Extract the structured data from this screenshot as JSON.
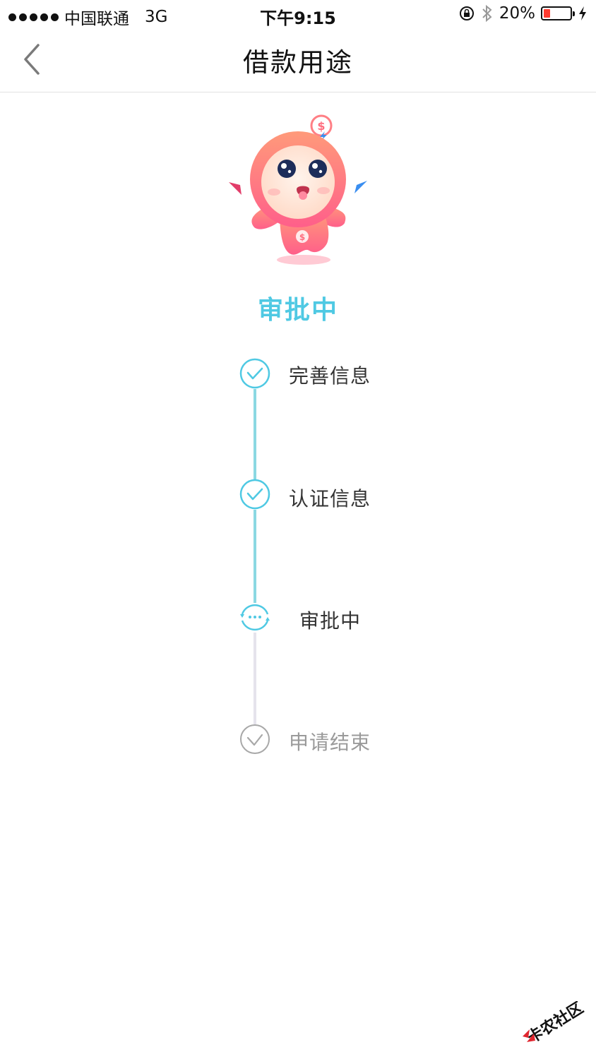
{
  "status_bar": {
    "carrier": "中国联通",
    "network": "3G",
    "time": "下午9:15",
    "battery": "20%"
  },
  "nav": {
    "title": "借款用途"
  },
  "status_heading": "审批中",
  "steps": [
    {
      "label": "完善信息",
      "state": "done"
    },
    {
      "label": "认证信息",
      "state": "done"
    },
    {
      "label": "审批中",
      "state": "current"
    },
    {
      "label": "申请结束",
      "state": "pending"
    }
  ],
  "colors": {
    "accent": "#4fc9e3",
    "line_done": "#8bd8e2",
    "line_todo": "#e5e3ec",
    "pending": "#9a9a9a",
    "battery_low": "#ff3b30"
  },
  "watermark": "卡农社区"
}
